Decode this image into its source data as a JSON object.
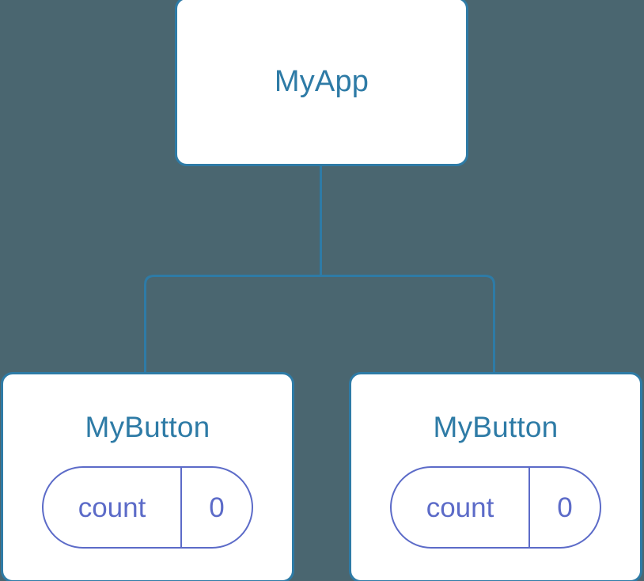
{
  "diagram": {
    "type": "component-tree",
    "background_color": "#4a6670",
    "node_border_color": "#2e7ba6",
    "node_fill_color": "#ffffff",
    "node_title_color": "#2e7ba6",
    "pill_color": "#5c6bc8",
    "connector_color": "#2e7ba6"
  },
  "root": {
    "title": "MyApp"
  },
  "children": [
    {
      "title": "MyButton",
      "state": {
        "key": "count",
        "value": "0"
      }
    },
    {
      "title": "MyButton",
      "state": {
        "key": "count",
        "value": "0"
      }
    }
  ]
}
